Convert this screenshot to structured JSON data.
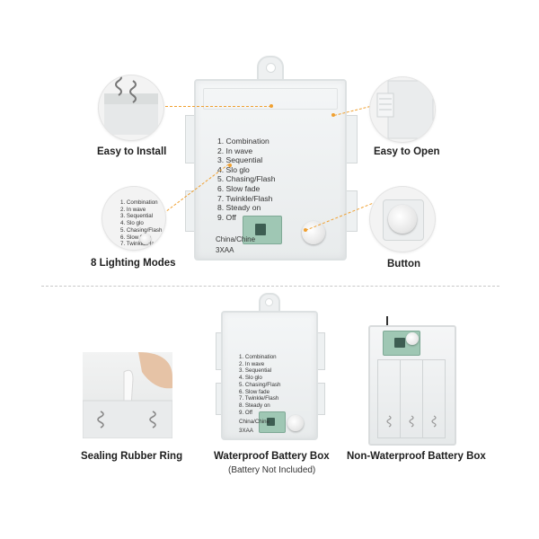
{
  "captions": {
    "easy_install": "Easy to Install",
    "easy_open": "Easy to Open",
    "lighting_modes": "8 Lighting Modes",
    "button": "Button",
    "sealing_ring": "Sealing Rubber Ring",
    "waterproof_box": "Waterproof Battery Box",
    "battery_note": "(Battery Not Included)",
    "non_waterproof_box": "Non-Waterproof Battery Box"
  },
  "modes": [
    "1. Combination",
    "2. In wave",
    "3. Sequential",
    "4. Slo glo",
    "5. Chasing/Flash",
    "6. Slow fade",
    "7. Twinkle/Flash",
    "8. Steady on",
    "9. Off"
  ],
  "box_label": {
    "origin": "China/Chine",
    "battery": "3XAA"
  },
  "colors": {
    "leader_line": "#f0a030",
    "divider": "#c8c8c8",
    "caption_text": "#1e1e1e"
  }
}
